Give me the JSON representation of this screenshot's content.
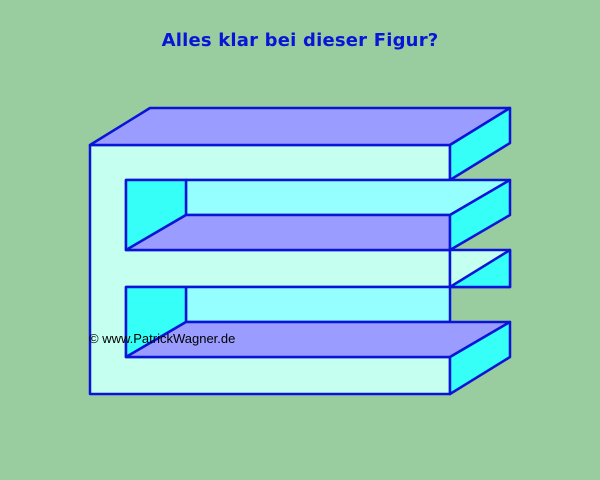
{
  "title": "Alles klar bei dieser Figur?",
  "copyright": "© www.PatrickWagner.de",
  "figure": {
    "name": "impossible-e-figure",
    "colors": {
      "background": "#99cc9f",
      "front_face": "#c4fff0",
      "top_face": "#9a9cff",
      "side_face": "#35fff7",
      "inner_back": "#95ffff",
      "outline": "#0a14d6"
    }
  }
}
